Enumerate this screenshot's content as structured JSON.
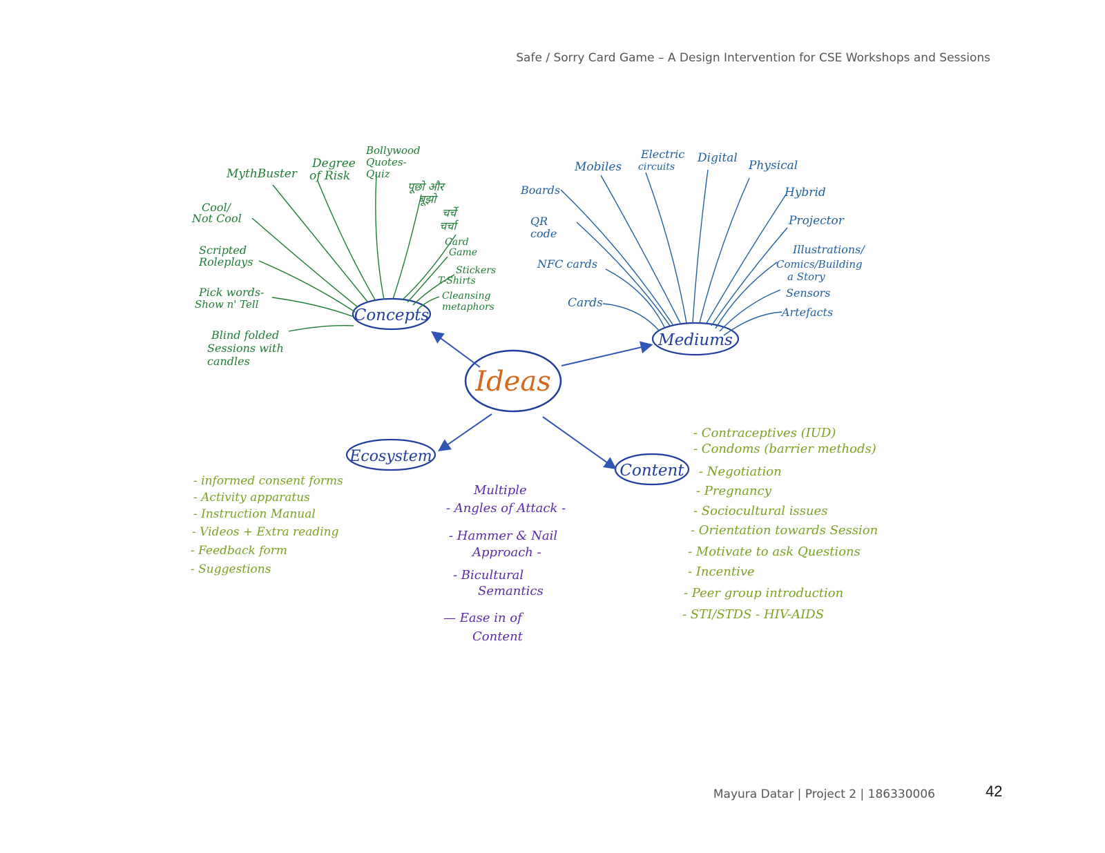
{
  "header": {
    "running_title": "Safe / Sorry Card Game – A Design Intervention for CSE Workshops and Sessions"
  },
  "footer": {
    "author_info": "Mayura Datar | Project 2 | 186330006",
    "page_number": "42"
  },
  "colors": {
    "center": "#d2691e",
    "hub": "#1f3c9e",
    "concepts": "#1e7b34",
    "mediums": "#1f5fa0",
    "ecosystem": "#7aa222",
    "content": "#7aa222",
    "center_notes": "#5b2aa8",
    "arrows": "#2f55b5"
  },
  "mindmap": {
    "center": "Ideas",
    "concepts": {
      "label": "Concepts",
      "items": [
        "MythBuster",
        "Degree",
        "of Risk",
        "Bollywood",
        "Quotes-",
        "Quiz",
        "पूछो और",
        "बूझो",
        "चर्चे",
        "चर्चा",
        "Cool/",
        "Not Cool",
        "Scripted",
        "Roleplays",
        "Card",
        "Game",
        "Stickers",
        "T-Shirts",
        "Pick words-",
        "Show n' Tell",
        "Cleansing",
        "metaphors",
        "Blind folded",
        "Sessions with",
        "candles"
      ]
    },
    "mediums": {
      "label": "Mediums",
      "items": [
        "Mobiles",
        "Electric",
        "circuits",
        "Digital",
        "Physical",
        "Boards",
        "Hybrid",
        "QR",
        "code",
        "Projector",
        "Illustrations/",
        "Comics/Building",
        "a Story",
        "NFC cards",
        "Sensors",
        "Cards",
        "Artefacts"
      ]
    },
    "ecosystem": {
      "label": "Ecosystem",
      "items": [
        "- informed consent forms",
        "- Activity apparatus",
        "- Instruction Manual",
        "- Videos + Extra reading",
        "- Feedback form",
        "- Suggestions"
      ]
    },
    "content": {
      "label": "Content",
      "items": [
        "- Contraceptives (IUD)",
        "- Condoms (barrier methods)",
        "- Negotiation",
        "- Pregnancy",
        "- Sociocultural issues",
        "- Orientation towards Session",
        "- Motivate to ask Questions",
        "- Incentive",
        "- Peer group introduction",
        "- STI/STDS - HIV-AIDS"
      ]
    },
    "center_notes": [
      "Multiple",
      "- Angles of Attack -",
      "- Hammer & Nail",
      "Approach -",
      "- Bicultural",
      "Semantics",
      "— Ease in of",
      "Content"
    ]
  }
}
